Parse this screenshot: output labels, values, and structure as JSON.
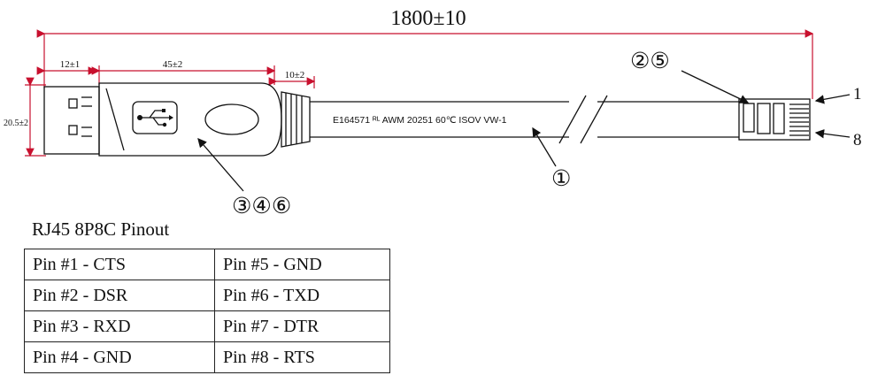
{
  "dimensions": {
    "overall": "1800±10",
    "plug_tip": "12±1",
    "housing": "45±2",
    "strain_relief": "10±2",
    "height": "20.5±2"
  },
  "cable_marking": "E164571 ᴿᴸ AWM 20251 60℃ ISOV VW-1",
  "callouts": {
    "cable": "①",
    "rj45_latch": "②⑤",
    "usb_housing": "③④⑥",
    "pin_first": "1",
    "pin_last": "8"
  },
  "pinout": {
    "title": "RJ45 8P8C Pinout",
    "rows": [
      {
        "left": "Pin #1 -  CTS",
        "right": "Pin #5 - GND"
      },
      {
        "left": "Pin #2 - DSR",
        "right": "Pin #6 - TXD"
      },
      {
        "left": "Pin #3 - RXD",
        "right": "Pin #7 - DTR"
      },
      {
        "left": "Pin #4 - GND",
        "right": "Pin #8 - RTS"
      }
    ]
  },
  "colors": {
    "dimension_line": "#c8102e",
    "outline": "#111111"
  },
  "icons": [
    "usb-trident-icon"
  ]
}
